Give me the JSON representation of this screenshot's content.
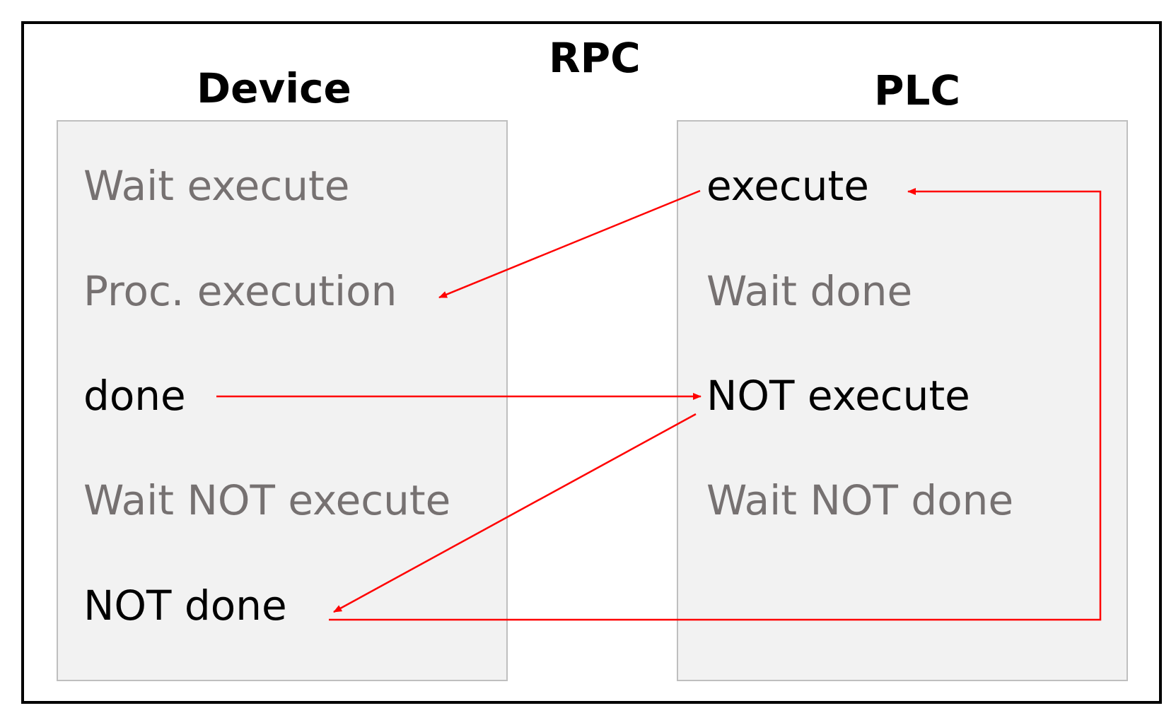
{
  "title": "RPC",
  "device": {
    "title": "Device",
    "items": [
      {
        "text": "Wait execute",
        "style": "wait"
      },
      {
        "text": "Proc. execution",
        "style": "wait"
      },
      {
        "text": "done",
        "style": "signal"
      },
      {
        "text": "Wait NOT execute",
        "style": "wait"
      },
      {
        "text": "NOT done",
        "style": "signal"
      }
    ]
  },
  "plc": {
    "title": "PLC",
    "items": [
      {
        "text": "execute",
        "style": "signal"
      },
      {
        "text": "Wait done",
        "style": "wait"
      },
      {
        "text": "NOT execute",
        "style": "signal"
      },
      {
        "text": "Wait NOT done",
        "style": "wait"
      }
    ]
  },
  "colors": {
    "arrow": "#ff0000",
    "panel_fill": "#f2f2f2",
    "panel_border": "#bfbfbf",
    "wait_text": "#767171",
    "signal_text": "#000000",
    "frame": "#000000"
  },
  "connections": [
    {
      "from": "plc.execute",
      "to": "device.proc-execution"
    },
    {
      "from": "device.done",
      "to": "plc.not-execute"
    },
    {
      "from": "plc.not-execute",
      "to": "device.not-done"
    },
    {
      "from": "device.not-done",
      "to": "plc.execute"
    }
  ]
}
